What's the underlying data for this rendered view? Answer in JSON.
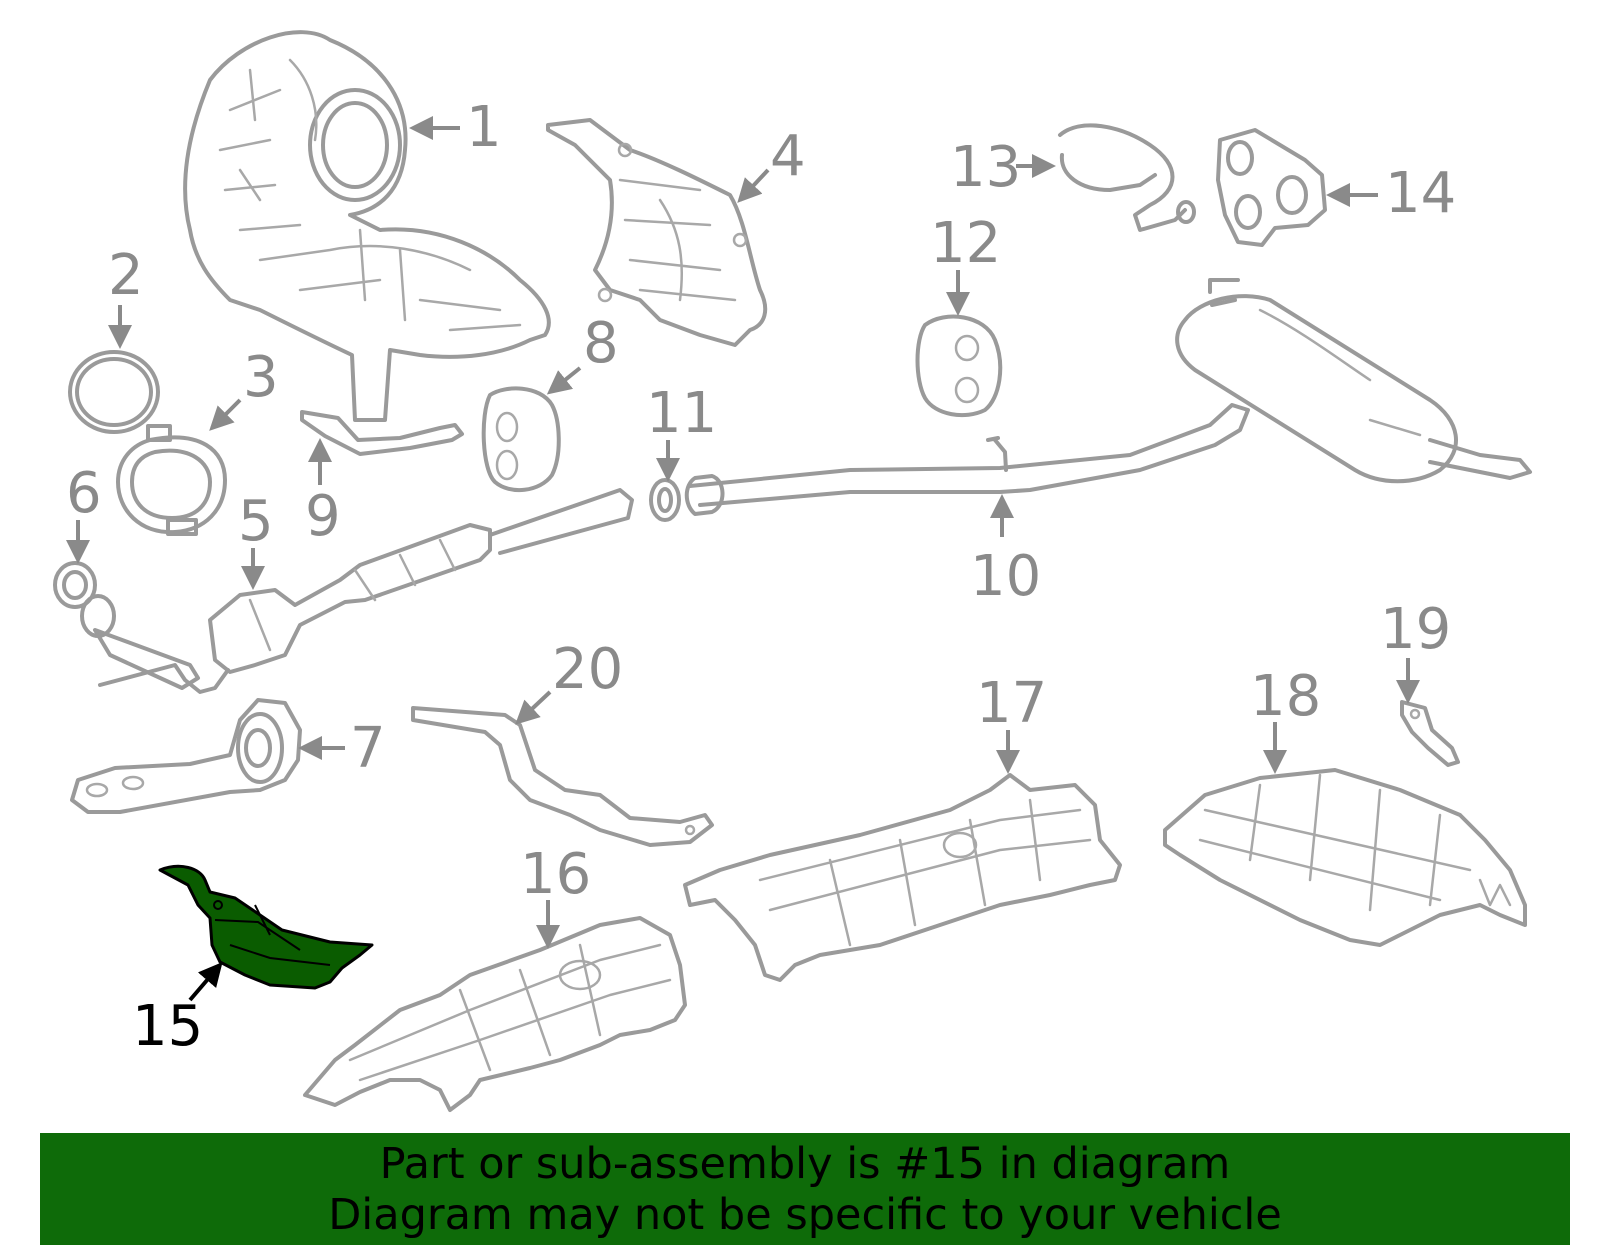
{
  "callouts": [
    "1",
    "2",
    "3",
    "4",
    "5",
    "6",
    "7",
    "8",
    "9",
    "10",
    "11",
    "12",
    "13",
    "14",
    "15",
    "16",
    "17",
    "18",
    "19",
    "20"
  ],
  "highlight_part": "15",
  "colors": {
    "highlight": "#0a5c00",
    "banner": "#0e6b09",
    "line_art": "#9a9a9a",
    "callout_text": "#8a8a8a"
  },
  "banner": {
    "line1": "Part or sub-assembly is #15 in diagram",
    "line2": "Diagram may not be specific to your vehicle"
  }
}
